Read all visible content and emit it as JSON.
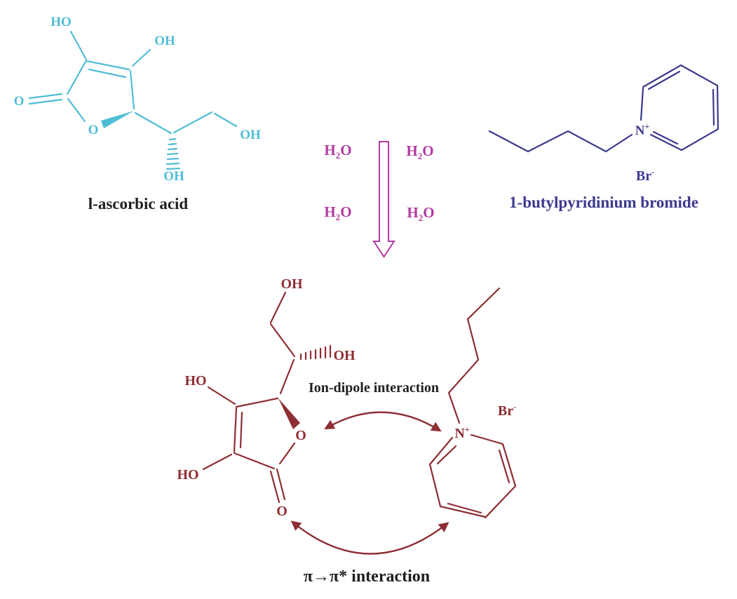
{
  "figure": {
    "type": "reaction-scheme",
    "description": "Aqueous reaction scheme of l-ascorbic acid with 1-butylpyridinium bromide forming a complex stabilized by ion-dipole and pi-pi* interactions"
  },
  "colors": {
    "ascorbic_acid": "#4fbdd6",
    "water": "#b23aa0",
    "bromide_salt": "#3c3a8d",
    "complex": "#8e2d33",
    "label_text": "#1f1f1f",
    "background": "#ffffff"
  },
  "ascorbic": {
    "caption": "l-ascorbic acid",
    "atoms": {
      "ho_top": "HO",
      "oh_top": "OH",
      "carbonyl_o": "O",
      "ring_o": "O",
      "oh_bottom": "OH",
      "oh_chain": "OH"
    }
  },
  "bromide": {
    "caption": "1-butylpyridinium bromide",
    "atoms": {
      "n": "N",
      "n_charge": "+",
      "br": "Br",
      "br_charge": "-"
    }
  },
  "water": {
    "h": "H",
    "subscript": "2",
    "o": "O",
    "count": 4
  },
  "complex": {
    "atoms": {
      "oh_top": "OH",
      "oh_side": "OH",
      "ho_upper": "HO",
      "ho_lower": "HO",
      "ring_o": "O",
      "carbonyl_o": "O",
      "n": "N",
      "n_charge": "+",
      "br": "Br",
      "br_charge": "-"
    },
    "labels": {
      "ion_dipole": "Ion-dipole interaction",
      "pi_pi": "π→π* interaction"
    }
  }
}
